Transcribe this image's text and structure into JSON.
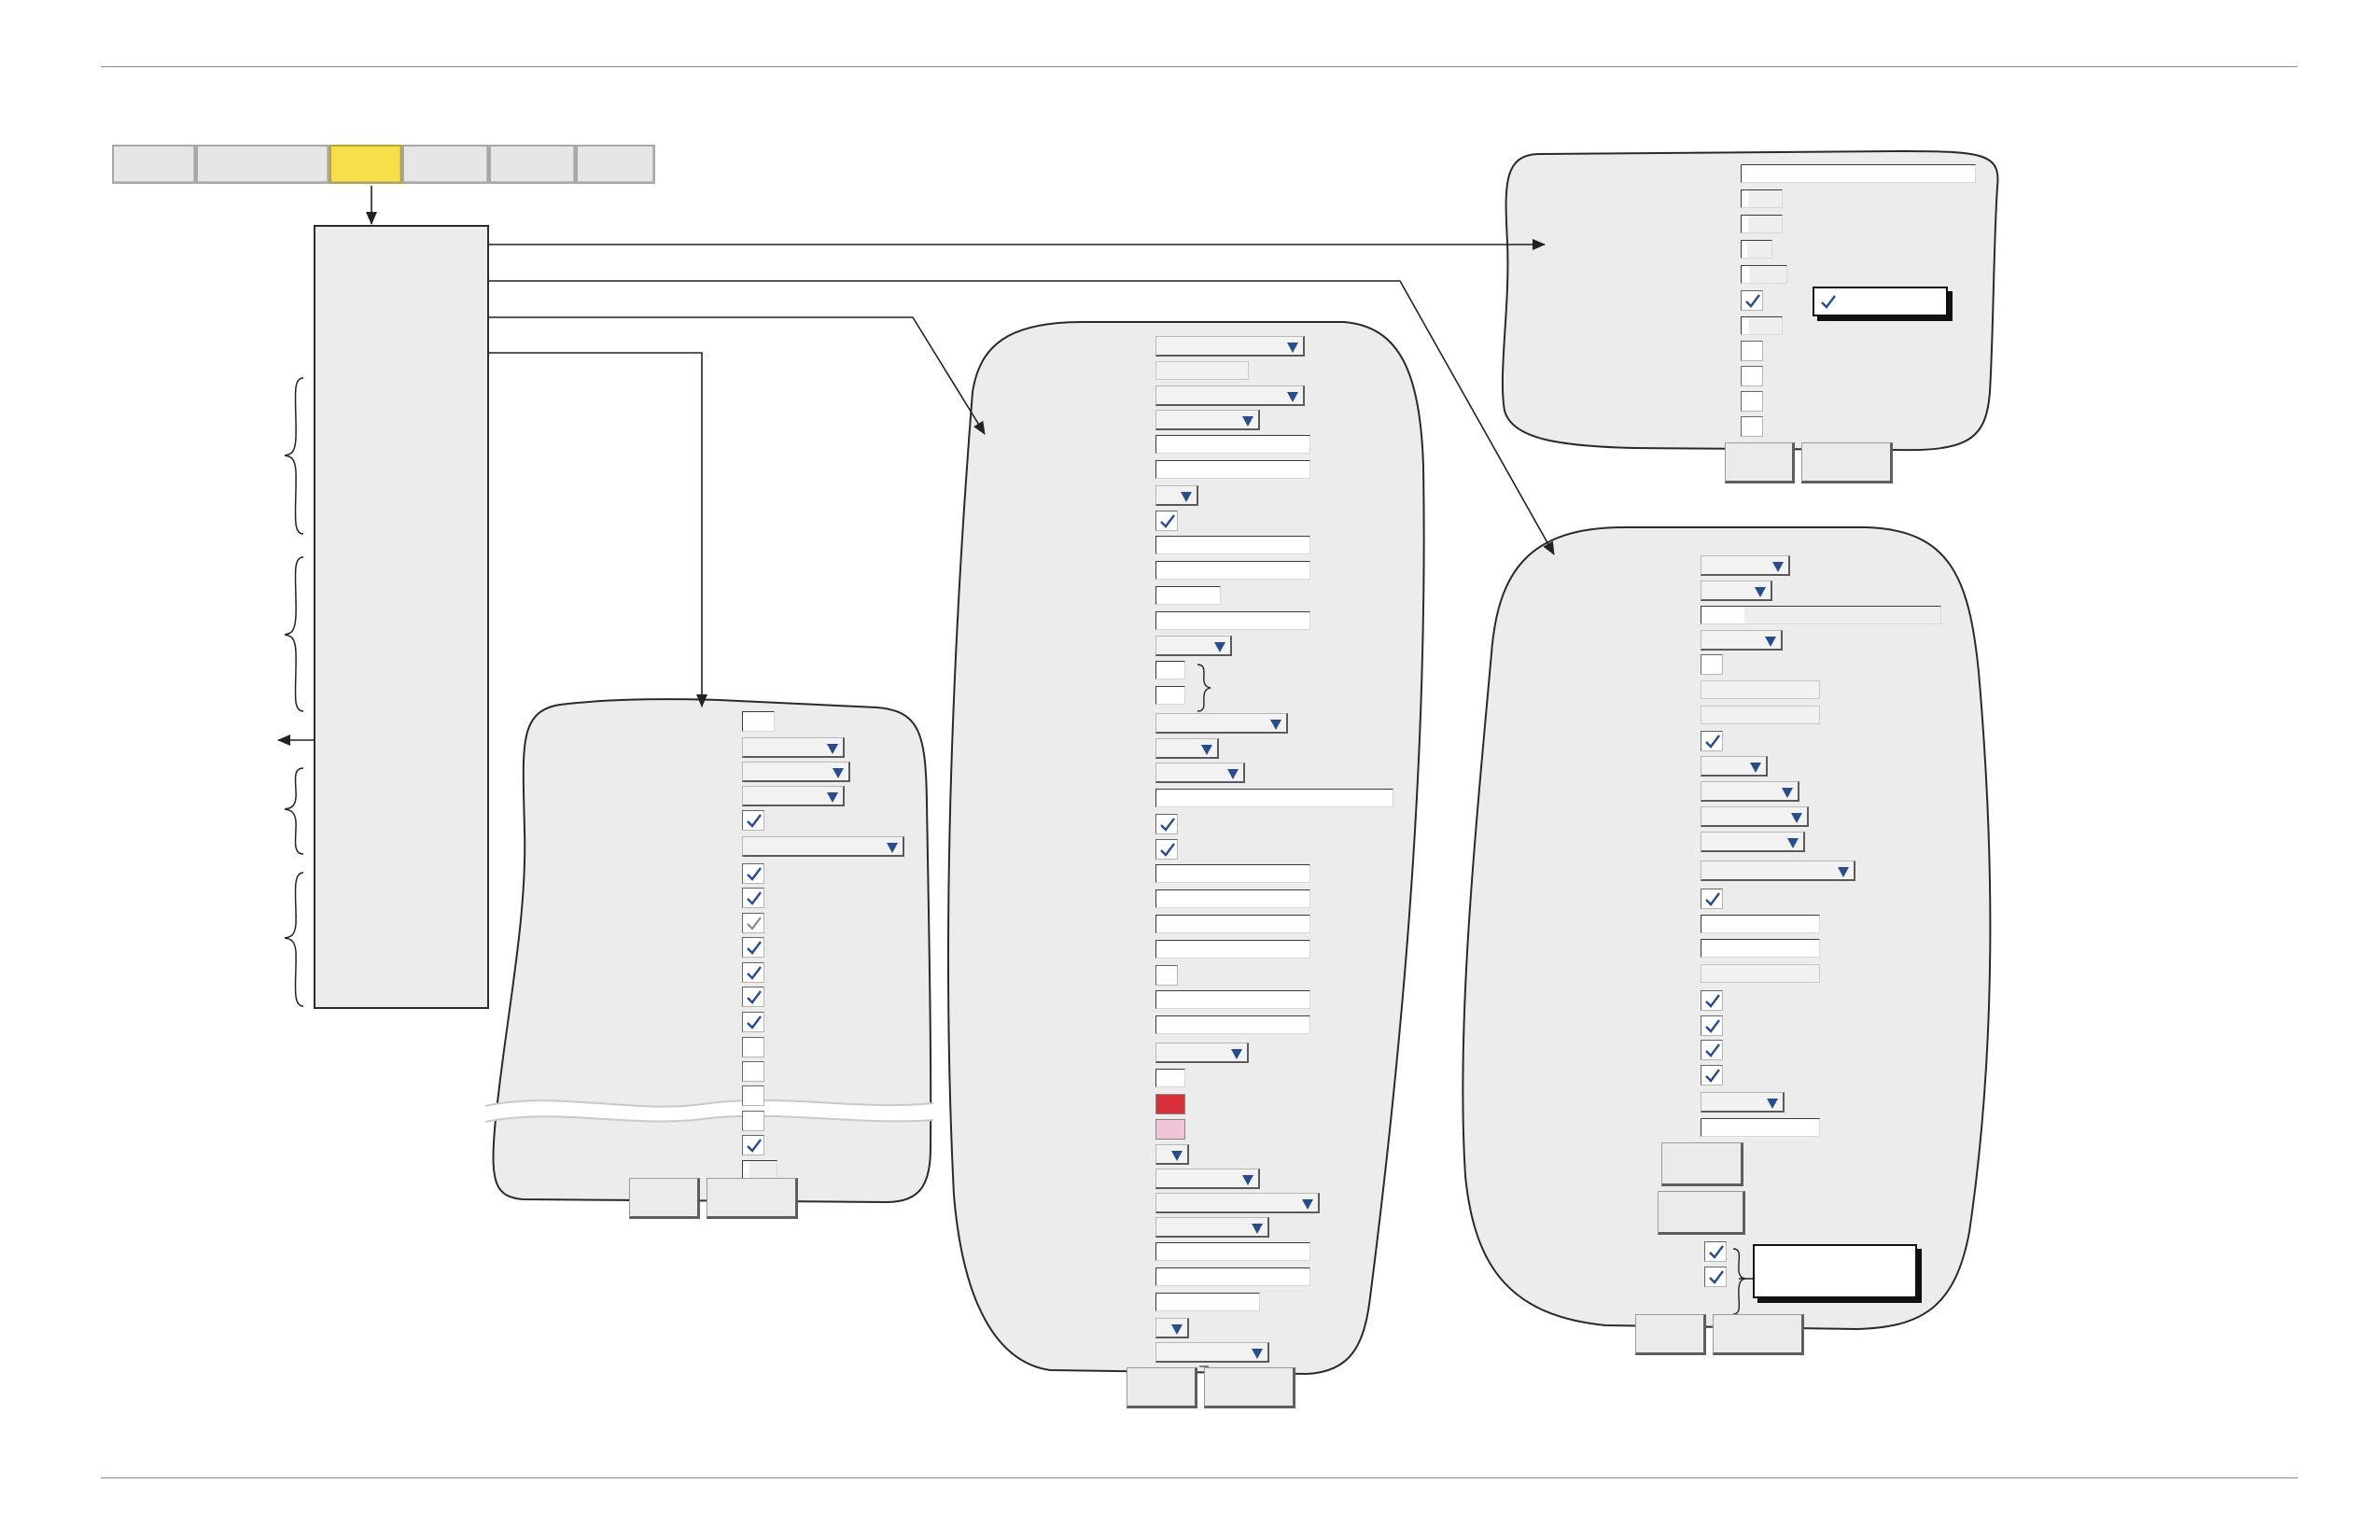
{
  "colors": {
    "active_tab": "#f7df49",
    "panel_fill": "#ececec",
    "dropdown_arrow": "#284d8c",
    "checkmark": "#284d8c",
    "swatch_red": "#d8303a",
    "swatch_pink": "#f2c4d8"
  },
  "tabs": [
    {
      "name": "tab-1",
      "active": false
    },
    {
      "name": "tab-2",
      "active": false
    },
    {
      "name": "tab-3",
      "active": true
    },
    {
      "name": "tab-4",
      "active": false
    },
    {
      "name": "tab-5",
      "active": false
    },
    {
      "name": "tab-6",
      "active": false
    }
  ],
  "icons": [
    "checkmark-icon",
    "dropdown-arrow-icon",
    "arrow-icon",
    "brace-icon"
  ]
}
